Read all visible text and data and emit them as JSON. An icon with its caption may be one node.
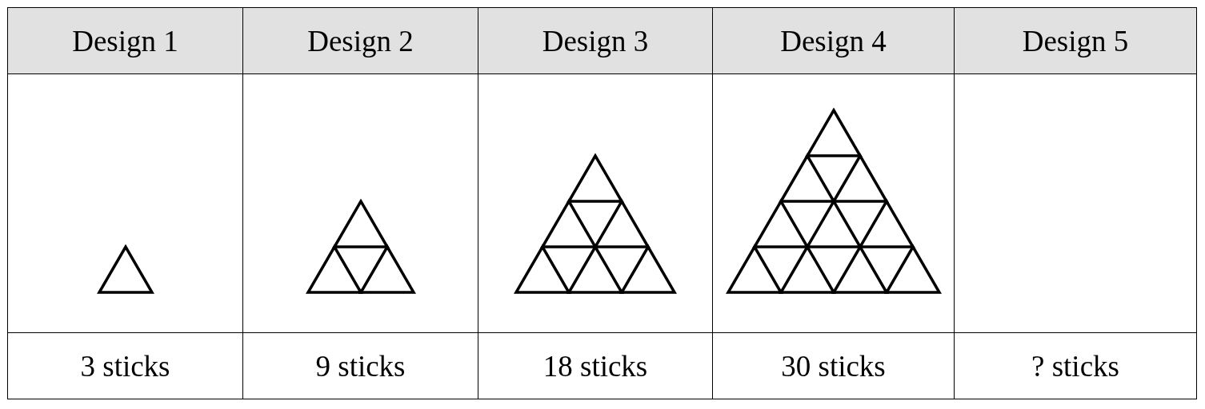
{
  "diagram": {
    "labels": [
      "Design 1",
      "Design 2",
      "Design 3",
      "Design 4",
      "Design 5",
      "3 sticks",
      "9 sticks",
      "18 sticks",
      "30 sticks",
      "? sticks"
    ]
  }
}
